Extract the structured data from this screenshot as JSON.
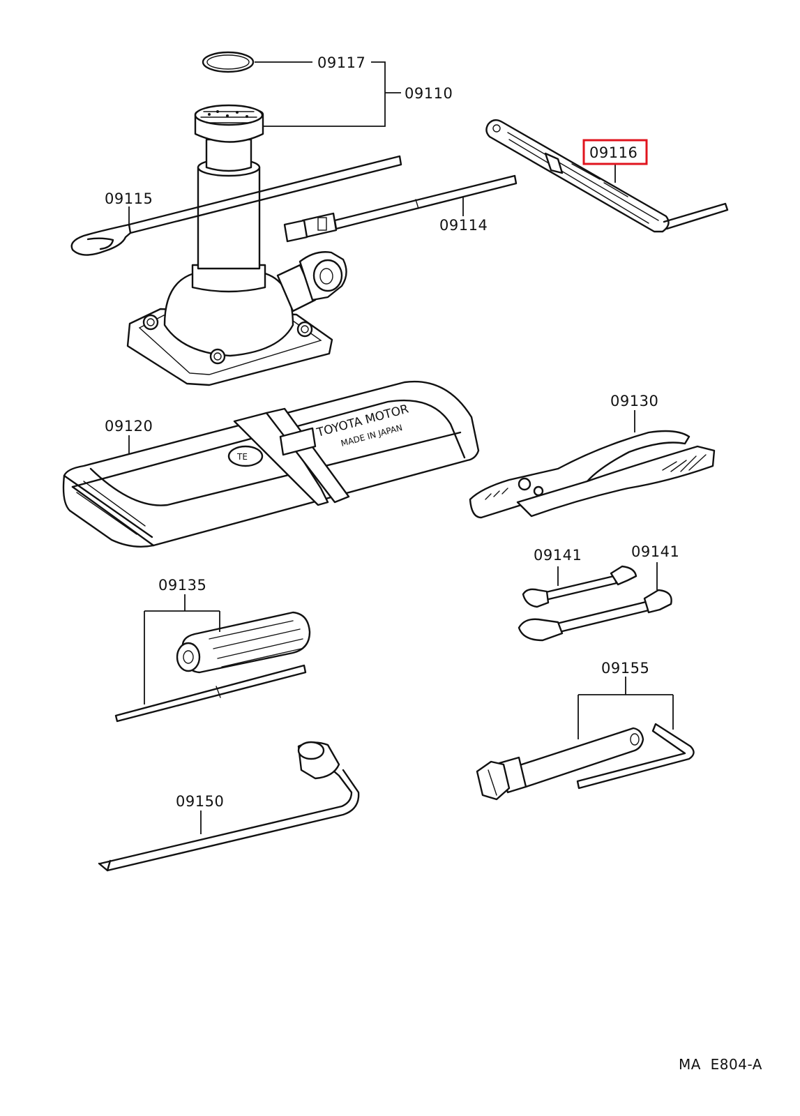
{
  "callouts": {
    "o_ring": "09117",
    "jack_assy": "09110",
    "jack_handle": "09115",
    "handle_extension": "09114",
    "jack_handle_lever": "09116",
    "tool_bag": "09120",
    "pliers": "09130",
    "wrench_a": "09141",
    "wrench_b": "09141",
    "screwdriver": "09135",
    "hub_nut_wrench": "09155",
    "wheel_nut_wrench": "09150"
  },
  "tool_bag_print": {
    "line1": "TOYOTA MOTOR",
    "line2": "MADE IN JAPAN"
  },
  "diagram_code": "MA  E804-A",
  "highlight": {
    "target": "09116",
    "color": "#e0141e"
  }
}
